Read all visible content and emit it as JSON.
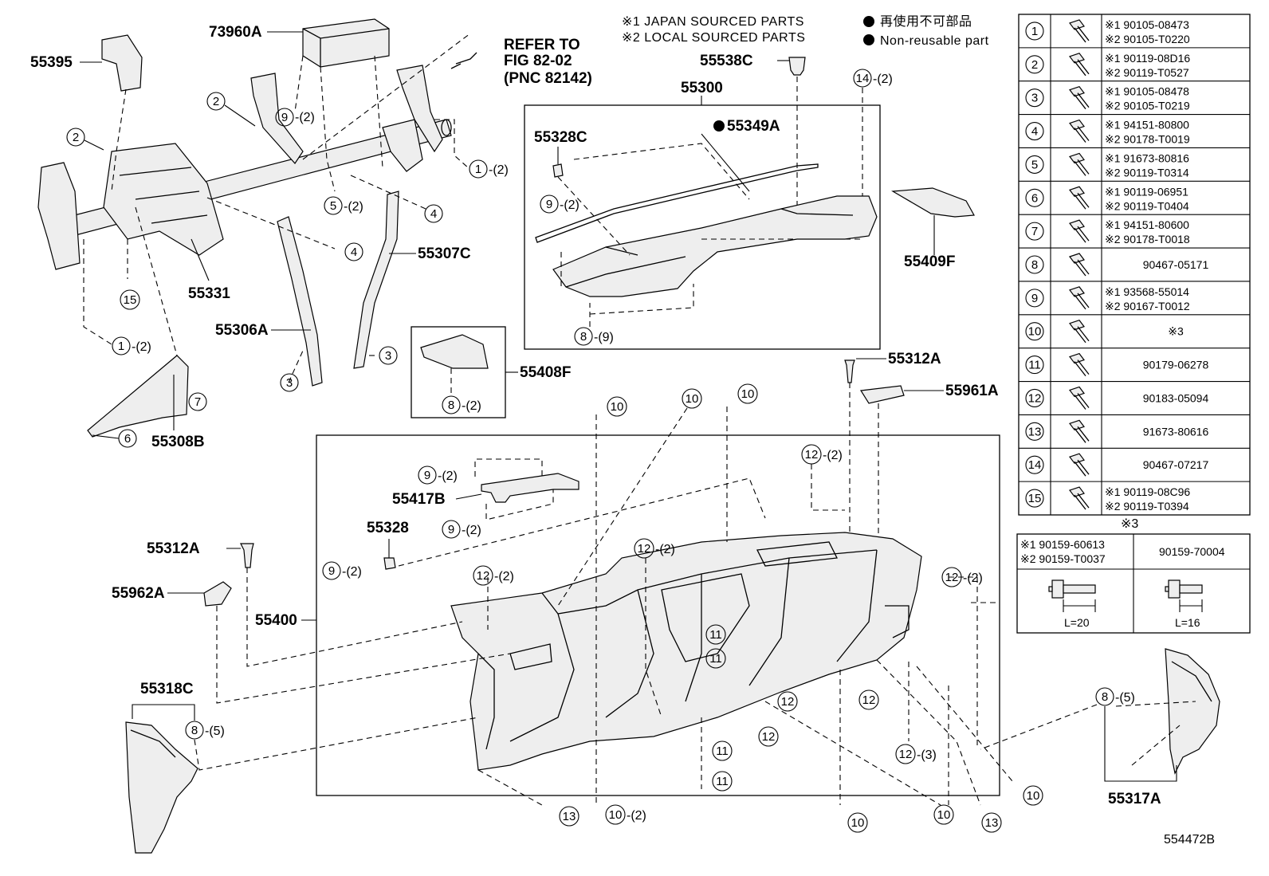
{
  "notes": {
    "japan_sourced": "※1 JAPAN SOURCED PARTS",
    "local_sourced": "※2 LOCAL SOURCED PARTS",
    "non_reusable_jp": "再使用不可部品",
    "non_reusable_en": "Non-reusable part",
    "refer_line1": "REFER TO",
    "refer_line2": "FIG 82-02",
    "refer_line3": "(PNC 82142)"
  },
  "part_labels": {
    "p73960A": "73960A",
    "p55395": "55395",
    "p55300": "55300",
    "p55538C": "55538C",
    "p55328C": "55328C",
    "p55349A": "55349A",
    "p55409F": "55409F",
    "p55331": "55331",
    "p55307C": "55307C",
    "p55306A": "55306A",
    "p55408F": "55408F",
    "p55312A_r": "55312A",
    "p55961A": "55961A",
    "p55308B": "55308B",
    "p55417B": "55417B",
    "p55328": "55328",
    "p55312A_l": "55312A",
    "p55962A": "55962A",
    "p55400": "55400",
    "p55318C": "55318C",
    "p55317A": "55317A"
  },
  "callouts": {
    "c9_2_a": "9",
    "q9_2_a": "-(2)",
    "c2_a": "2",
    "c2_b": "2",
    "c1_2_a": "1",
    "q1_2_a": "-(2)",
    "c5_2": "5",
    "q5_2": "-(2)",
    "c4_a": "4",
    "c4_b": "4",
    "c15": "15",
    "c1_2_b": "1",
    "q1_2_b": "-(2)",
    "c3_a": "3",
    "c3_b": "3",
    "c7": "7",
    "c6": "6",
    "c8_2": "8",
    "q8_2": "-(2)",
    "c14_2": "14",
    "q14_2": "-(2)",
    "c9_2_b": "9",
    "q9_2_b": "-(2)",
    "c8_9": "8",
    "q8_9": "-(9)",
    "c10_a": "10",
    "c10_b": "10",
    "c10_c": "10",
    "c12_2_a": "12",
    "q12_2_a": "-(2)",
    "c9_2_c": "9",
    "q9_2_c": "-(2)",
    "c9_2_d": "9",
    "q9_2_d": "-(2)",
    "c9_2_e": "9",
    "q9_2_e": "-(2)",
    "c12_2_b": "12",
    "q12_2_b": "-(2)",
    "c12_2_c": "12",
    "q12_2_c": "-(2)",
    "c12_2_d": "12",
    "q12_2_d": "-(2)",
    "c11_a": "11",
    "c11_b": "11",
    "c11_c": "11",
    "c11_d": "11",
    "c12_a": "12",
    "c12_b": "12",
    "c12_c": "12",
    "c12_3": "12",
    "q12_3": "-(3)",
    "c8_5_a": "8",
    "q8_5_a": "-(5)",
    "c8_5_b": "8",
    "q8_5_b": "-(5)",
    "c13_a": "13",
    "c13_b": "13",
    "c10_2": "10",
    "q10_2": "-(2)",
    "c10_d": "10",
    "c10_e": "10",
    "c10_f": "10"
  },
  "fastener_table": [
    {
      "no": "1",
      "jp": "※1 90105-08473",
      "local": "※2 90105-T0220"
    },
    {
      "no": "2",
      "jp": "※1 90119-08D16",
      "local": "※2 90119-T0527"
    },
    {
      "no": "3",
      "jp": "※1 90105-08478",
      "local": "※2 90105-T0219"
    },
    {
      "no": "4",
      "jp": "※1 94151-80800",
      "local": "※2 90178-T0019"
    },
    {
      "no": "5",
      "jp": "※1 91673-80816",
      "local": "※2 90119-T0314"
    },
    {
      "no": "6",
      "jp": "※1 90119-06951",
      "local": "※2 90119-T0404"
    },
    {
      "no": "7",
      "jp": "※1 94151-80600",
      "local": "※2 90178-T0018"
    },
    {
      "no": "8",
      "single": "90467-05171"
    },
    {
      "no": "9",
      "jp": "※1 93568-55014",
      "local": "※2 90167-T0012"
    },
    {
      "no": "10",
      "single": "※3"
    },
    {
      "no": "11",
      "single": "90179-06278"
    },
    {
      "no": "12",
      "single": "90183-05094"
    },
    {
      "no": "13",
      "single": "91673-80616"
    },
    {
      "no": "14",
      "single": "90467-07217"
    },
    {
      "no": "15",
      "jp": "※1 90119-08C96",
      "local": "※2 90119-T0394"
    }
  ],
  "ref3": {
    "title": "※3",
    "left_jp": "※1 90159-60613",
    "left_local": "※2 90159-T0037",
    "right": "90159-70004",
    "left_len": "L=20",
    "right_len": "L=16"
  },
  "illustration_no": "554472B"
}
